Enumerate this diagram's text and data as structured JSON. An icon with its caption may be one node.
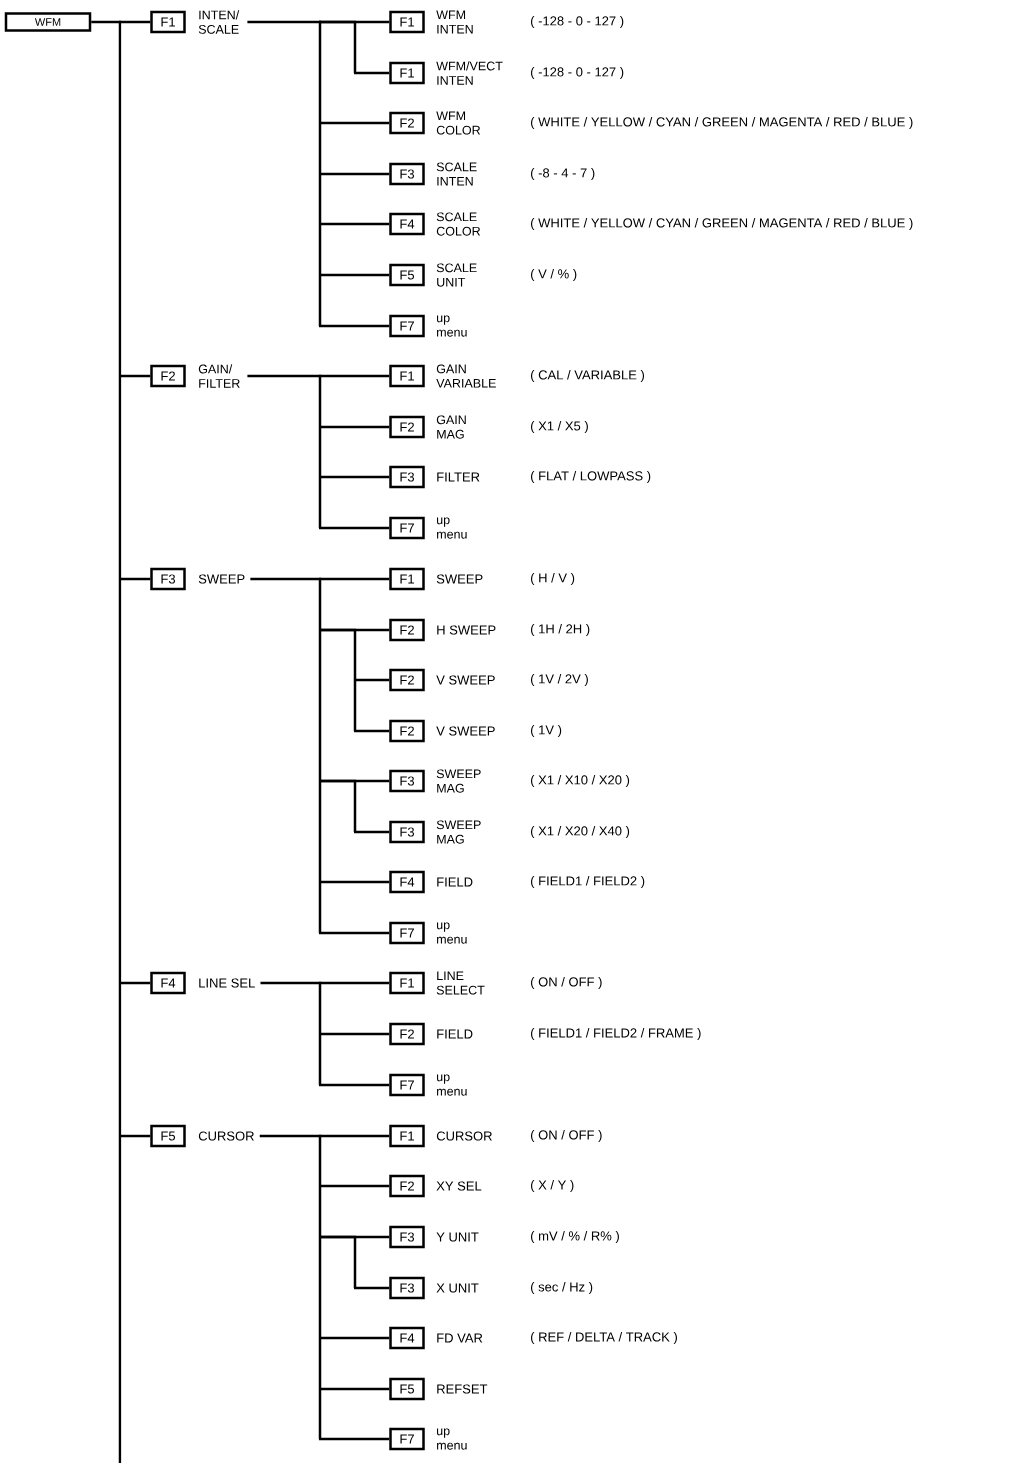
{
  "diagram": {
    "nodes": [
      {
        "text": [
          "WFM"
        ]
      },
      {
        "text": [
          "F1"
        ],
        "beside": [
          "INTEN/ SCALE"
        ]
      },
      {
        "text": [
          "F1"
        ],
        "beside": [
          "WFM INTEN"
        ]
      },
      {
        "text": [
          "F1"
        ],
        "beside": [
          "WFM/VECT INTEN"
        ]
      },
      {
        "text": [
          "F2"
        ],
        "beside": [
          "WFM COLOR"
        ]
      },
      {
        "text": [
          "F3"
        ],
        "beside": [
          "SCALE INTEN"
        ]
      },
      {
        "text": [
          "F4"
        ],
        "beside": [
          "SCALE COLOR"
        ]
      },
      {
        "text": [
          "F5"
        ],
        "beside": [
          "SCALE UNIT"
        ]
      },
      {
        "text": [
          "F7"
        ],
        "beside": [
          "up menu"
        ]
      },
      {
        "text": [
          "F2"
        ],
        "beside": [
          "GAIN/ FILTER"
        ]
      },
      {
        "text": [
          "F1"
        ],
        "beside": [
          "GAIN VARIABLE"
        ]
      },
      {
        "text": [
          "F2"
        ],
        "beside": [
          "GAIN MAG"
        ]
      },
      {
        "text": [
          "F3"
        ],
        "beside": [
          "FILTER"
        ]
      },
      {
        "text": [
          "F7"
        ],
        "beside": [
          "up menu"
        ]
      },
      {
        "text": [
          "F3"
        ],
        "beside": [
          "SWEEP"
        ]
      },
      {
        "text": [
          "F1"
        ],
        "beside": [
          "SWEEP"
        ]
      },
      {
        "text": [
          "F2"
        ],
        "beside": [
          "H SWEEP"
        ]
      },
      {
        "text": [
          "F2"
        ],
        "beside": [
          "V SWEEP"
        ]
      },
      {
        "text": [
          "F2"
        ],
        "beside": [
          "V SWEEP"
        ]
      },
      {
        "text": [
          "F3"
        ],
        "beside": [
          "SWEEP MAG"
        ]
      },
      {
        "text": [
          "F3"
        ],
        "beside": [
          "SWEEP MAG"
        ]
      },
      {
        "text": [
          "F4"
        ],
        "beside": [
          "FIELD"
        ]
      },
      {
        "text": [
          "F7"
        ],
        "beside": [
          "up menu"
        ]
      },
      {
        "text": [
          "F4"
        ],
        "beside": [
          "LINE SEL"
        ]
      },
      {
        "text": [
          "F1"
        ],
        "beside": [
          "LINE SELECT"
        ]
      },
      {
        "text": [
          "F2"
        ],
        "beside": [
          "FIELD"
        ]
      },
      {
        "text": [
          "F7"
        ],
        "beside": [
          "up menu"
        ]
      },
      {
        "text": [
          "F5"
        ],
        "beside": [
          "CURSOR"
        ]
      },
      {
        "text": [
          "F1"
        ],
        "beside": [
          "CURSOR"
        ]
      },
      {
        "text": [
          "F2"
        ],
        "beside": [
          "XY SEL"
        ]
      },
      {
        "text": [
          "F3"
        ],
        "beside": [
          "Y UNIT"
        ]
      },
      {
        "text": [
          "F3"
        ],
        "beside": [
          "X UNIT"
        ]
      },
      {
        "text": [
          "F4"
        ],
        "beside": [
          "FD VAR"
        ]
      },
      {
        "text": [
          "F5"
        ],
        "beside": [
          "REFSET"
        ]
      },
      {
        "text": [
          "F7"
        ],
        "beside": [
          "up menu"
        ]
      }
    ],
    "edges": [
      {
        "from": 0,
        "to": 1,
        "arrow": "none"
      },
      {
        "from": 0,
        "to": 9,
        "arrow": "none"
      },
      {
        "from": 0,
        "to": 14,
        "arrow": "none"
      },
      {
        "from": 0,
        "to": 23,
        "arrow": "none"
      },
      {
        "from": 0,
        "to": 27,
        "arrow": "none"
      },
      {
        "from": 0,
        "to": null,
        "arrow": "none"
      },
      {
        "from": 1,
        "to": 2,
        "arrow": "none"
      },
      {
        "from": 1,
        "to": 3,
        "arrow": "none"
      },
      {
        "from": 1,
        "to": 4,
        "arrow": "none"
      },
      {
        "from": 1,
        "to": 5,
        "arrow": "none"
      },
      {
        "from": 1,
        "to": 6,
        "arrow": "none"
      },
      {
        "from": 1,
        "to": 7,
        "arrow": "none"
      },
      {
        "from": 1,
        "to": 8,
        "arrow": "none"
      },
      {
        "from": 9,
        "to": 10,
        "arrow": "none"
      },
      {
        "from": 9,
        "to": 11,
        "arrow": "none"
      },
      {
        "from": 9,
        "to": 12,
        "arrow": "none"
      },
      {
        "from": 9,
        "to": 13,
        "arrow": "none"
      },
      {
        "from": 14,
        "to": 15,
        "arrow": "none"
      },
      {
        "from": 14,
        "to": 16,
        "arrow": "none"
      },
      {
        "from": 14,
        "to": 17,
        "arrow": "none"
      },
      {
        "from": 14,
        "to": 18,
        "arrow": "none"
      },
      {
        "from": 14,
        "to": 19,
        "arrow": "none"
      },
      {
        "from": 14,
        "to": 20,
        "arrow": "none"
      },
      {
        "from": 14,
        "to": 21,
        "arrow": "none"
      },
      {
        "from": 14,
        "to": 22,
        "arrow": "none"
      },
      {
        "from": 23,
        "to": 24,
        "arrow": "none"
      },
      {
        "from": 23,
        "to": 25,
        "arrow": "none"
      },
      {
        "from": 23,
        "to": 26,
        "arrow": "none"
      },
      {
        "from": 27,
        "to": 28,
        "arrow": "none"
      },
      {
        "from": 27,
        "to": 29,
        "arrow": "none"
      },
      {
        "from": 27,
        "to": 30,
        "arrow": "none"
      },
      {
        "from": 27,
        "to": 31,
        "arrow": "none"
      },
      {
        "from": 27,
        "to": 32,
        "arrow": "none"
      },
      {
        "from": 27,
        "to": 33,
        "arrow": "none"
      },
      {
        "from": 27,
        "to": 34,
        "arrow": "none"
      }
    ],
    "labels": [
      "( -128 - 0 - 127 )",
      "( -128 - 0 - 127 )",
      "( WHITE / YELLOW / CYAN / GREEN / MAGENTA / RED / BLUE )",
      "( -8 - 4 - 7 )",
      "( WHITE / YELLOW / CYAN / GREEN / MAGENTA / RED / BLUE )",
      "( V / % )",
      "( CAL / VARIABLE )",
      "( X1 / X5 )",
      "( FLAT / LOWPASS )",
      "( H / V )",
      "( 1H / 2H )",
      "( 1V / 2V )",
      "( 1V )",
      "( X1 / X10 / X20 )",
      "( X1 / X20 / X40 )",
      "( FIELD1 / FIELD2 )",
      "( ON / OFF )",
      "( FIELD1 / FIELD2 / FRAME )",
      "( ON / OFF )",
      "( X / Y )",
      "( mV / % / R% )",
      "( sec / Hz )",
      "( REF / DELTA / TRACK )"
    ]
  }
}
